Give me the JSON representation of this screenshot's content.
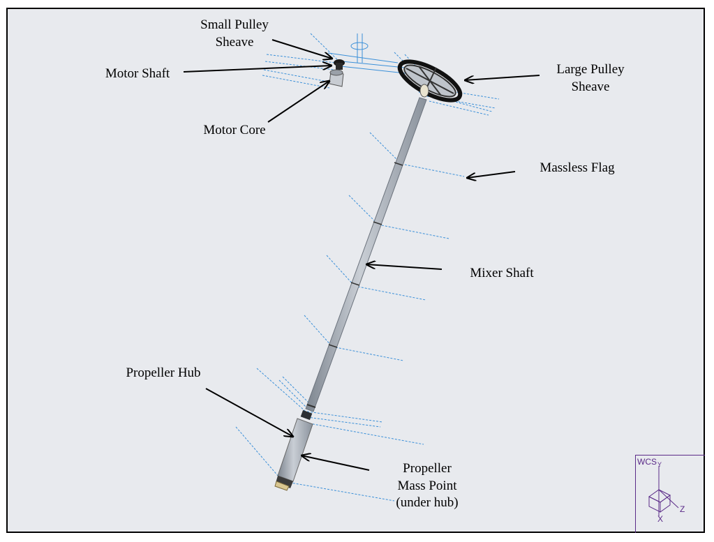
{
  "labels": {
    "small_pulley": [
      "Small Pulley",
      "Sheave"
    ],
    "motor_shaft": "Motor Shaft",
    "motor_core": "Motor Core",
    "large_pulley": [
      "Large Pulley",
      "Sheave"
    ],
    "massless_flag": "Massless Flag",
    "mixer_shaft": "Mixer Shaft",
    "propeller_hub": "Propeller Hub",
    "propeller_mass": [
      "Propeller",
      "Mass Point",
      "(under hub)"
    ]
  },
  "triad": {
    "title": "WCS",
    "y": "Y",
    "z": "Z",
    "x": "X"
  },
  "colors": {
    "background": "#e8eaee",
    "shaft": "#a9b0ba",
    "datum": "#3a8fd8",
    "triad": "#5a2a88"
  }
}
